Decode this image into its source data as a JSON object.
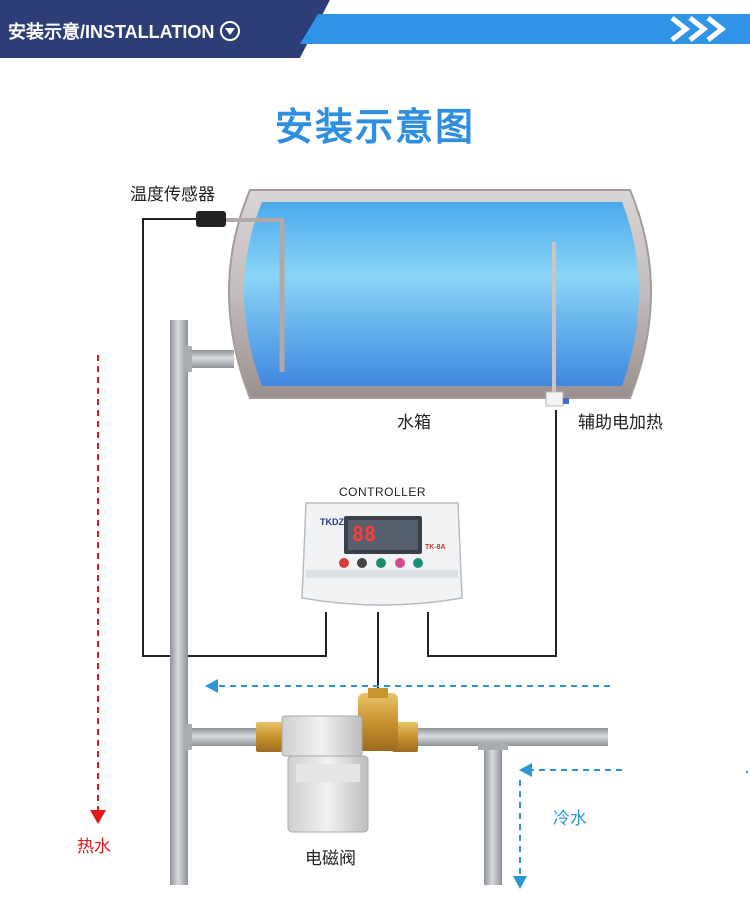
{
  "header": {
    "banner_text": "安装示意/INSTALLATION",
    "colors": {
      "banner_dark": "#2c3e75",
      "banner_blue": "#2f93e8"
    }
  },
  "diagram": {
    "title": "安装示意图",
    "labels": {
      "temp_sensor": "温度传感器",
      "water_tank": "水箱",
      "aux_heater": "辅助电加热",
      "controller": "CONTROLLER",
      "controller_brand": "TKDZ",
      "controller_model": "TK-8A",
      "controller_display": "88",
      "solenoid_valve": "电磁阀",
      "hot_water": "热水",
      "cold_water": "冷水"
    },
    "colors": {
      "title": "#2e8ee0",
      "hot": "#e01818",
      "cold": "#2b95d6",
      "pipe": "#a8adb2",
      "tank_water": "#7cc8f2"
    }
  }
}
